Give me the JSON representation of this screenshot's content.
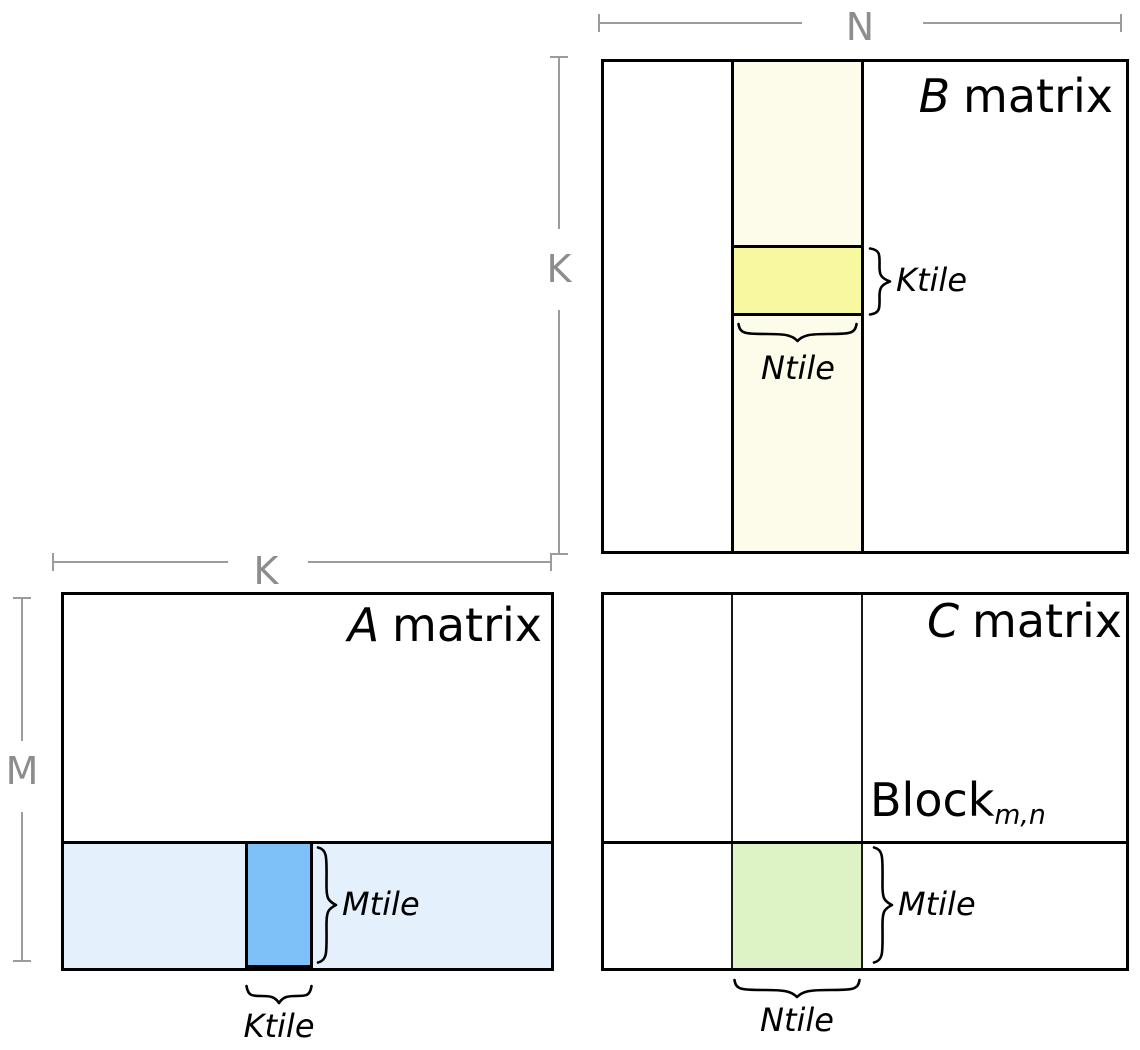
{
  "matrices": {
    "a": {
      "letter": "A",
      "word": "matrix"
    },
    "b": {
      "letter": "B",
      "word": "matrix"
    },
    "c": {
      "letter": "C",
      "word": "matrix"
    }
  },
  "block": {
    "base": "Block",
    "subscript": "m,n"
  },
  "dimensions": {
    "n": "N",
    "k_left_of_b": "K",
    "k_above_a": "K",
    "m": "M"
  },
  "tile_labels": {
    "b_ktile": "Ktile",
    "b_ntile": "Ntile",
    "a_mtile": "Mtile",
    "a_ktile": "Ktile",
    "c_mtile": "Mtile",
    "c_ntile": "Ntile"
  },
  "colors": {
    "b_column_strip": "#fdfceb",
    "b_ktile_tile": "#f8f8a0",
    "a_row_strip": "#e4f1fc",
    "a_ktile_tile": "#7dc1f8",
    "c_block_tile": "#ddf3c6",
    "dimension_gray": "#9c9c9c",
    "ink": "#000000"
  }
}
